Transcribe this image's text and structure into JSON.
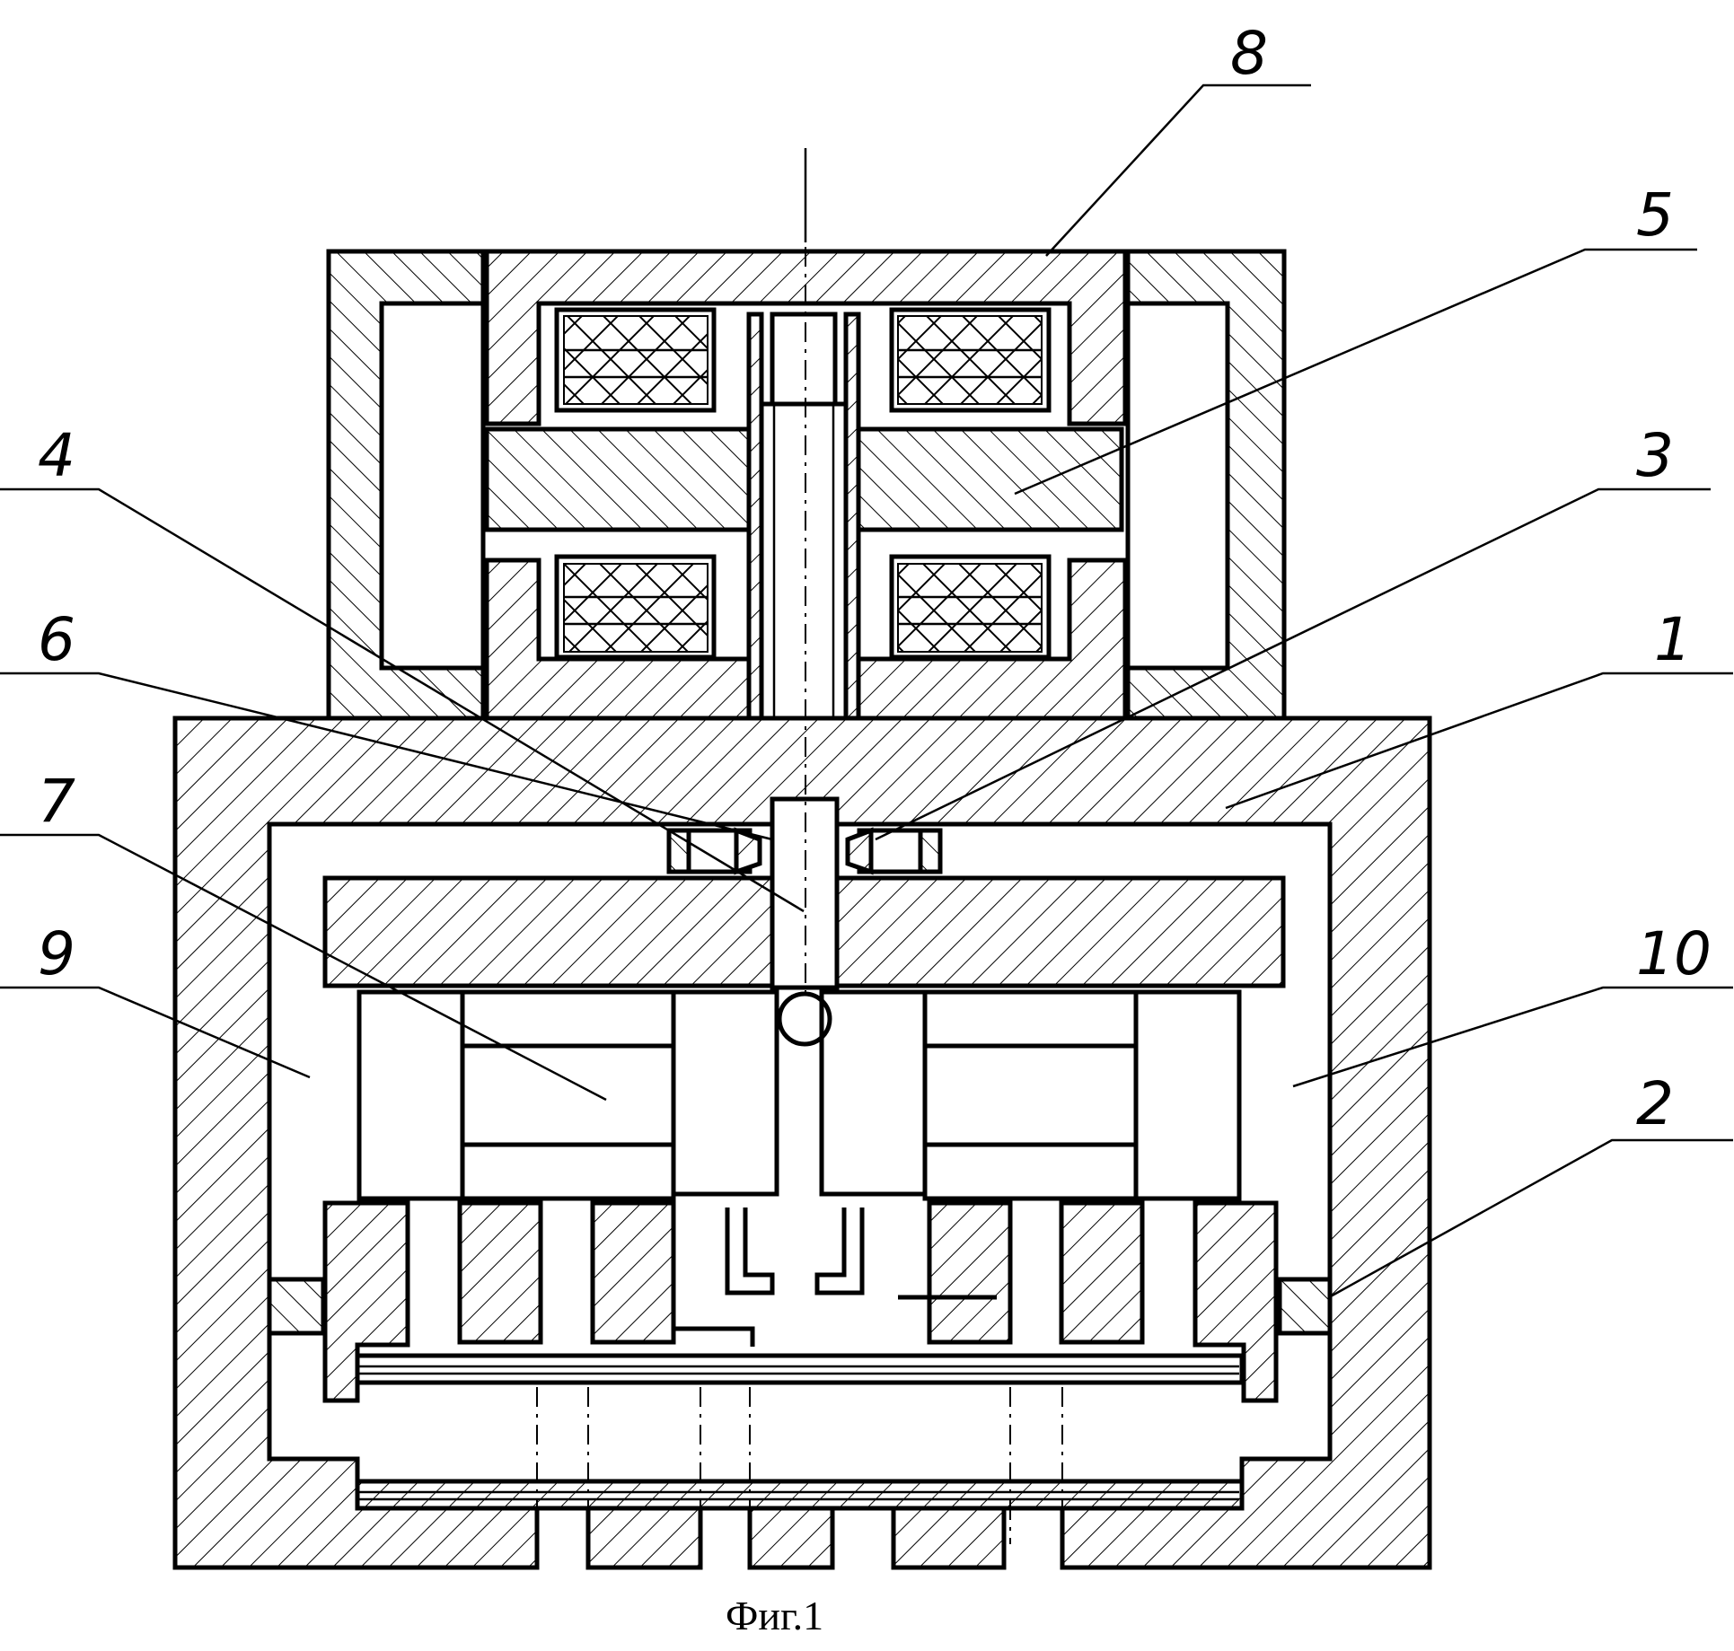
{
  "figure": {
    "caption": "Фиг.1"
  },
  "callouts": [
    {
      "id": "8",
      "text": "8"
    },
    {
      "id": "5",
      "text": "5"
    },
    {
      "id": "4",
      "text": "4"
    },
    {
      "id": "3",
      "text": "3"
    },
    {
      "id": "6",
      "text": "6"
    },
    {
      "id": "1",
      "text": "1"
    },
    {
      "id": "7",
      "text": "7"
    },
    {
      "id": "9",
      "text": "9"
    },
    {
      "id": "10",
      "text": "10"
    },
    {
      "id": "2",
      "text": "2"
    }
  ]
}
